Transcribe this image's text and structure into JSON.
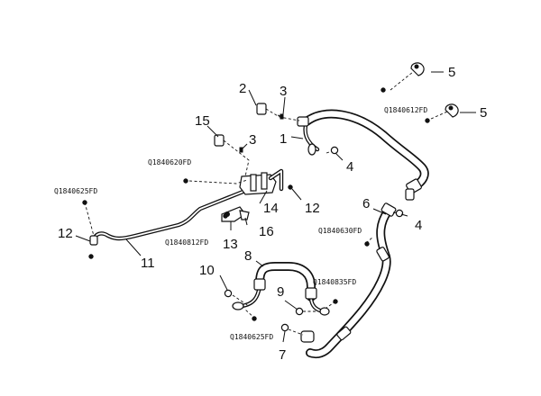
{
  "callouts": {
    "n1": "1",
    "n2": "2",
    "n3a": "3",
    "n3b": "3",
    "n4a": "4",
    "n4b": "4",
    "n5a": "5",
    "n5b": "5",
    "n6": "6",
    "n7": "7",
    "n8": "8",
    "n9": "9",
    "n10": "10",
    "n11": "11",
    "n12a": "12",
    "n12b": "12",
    "n13": "13",
    "n14": "14",
    "n15": "15",
    "n16": "16"
  },
  "codes": {
    "c612": "Q1840612FD",
    "c620": "Q1840620FD",
    "c625a": "Q1840625FD",
    "c812": "Q1840812FD",
    "c630": "Q1840630FD",
    "c835": "Q1840835FD",
    "c625b": "Q1840625FD"
  }
}
